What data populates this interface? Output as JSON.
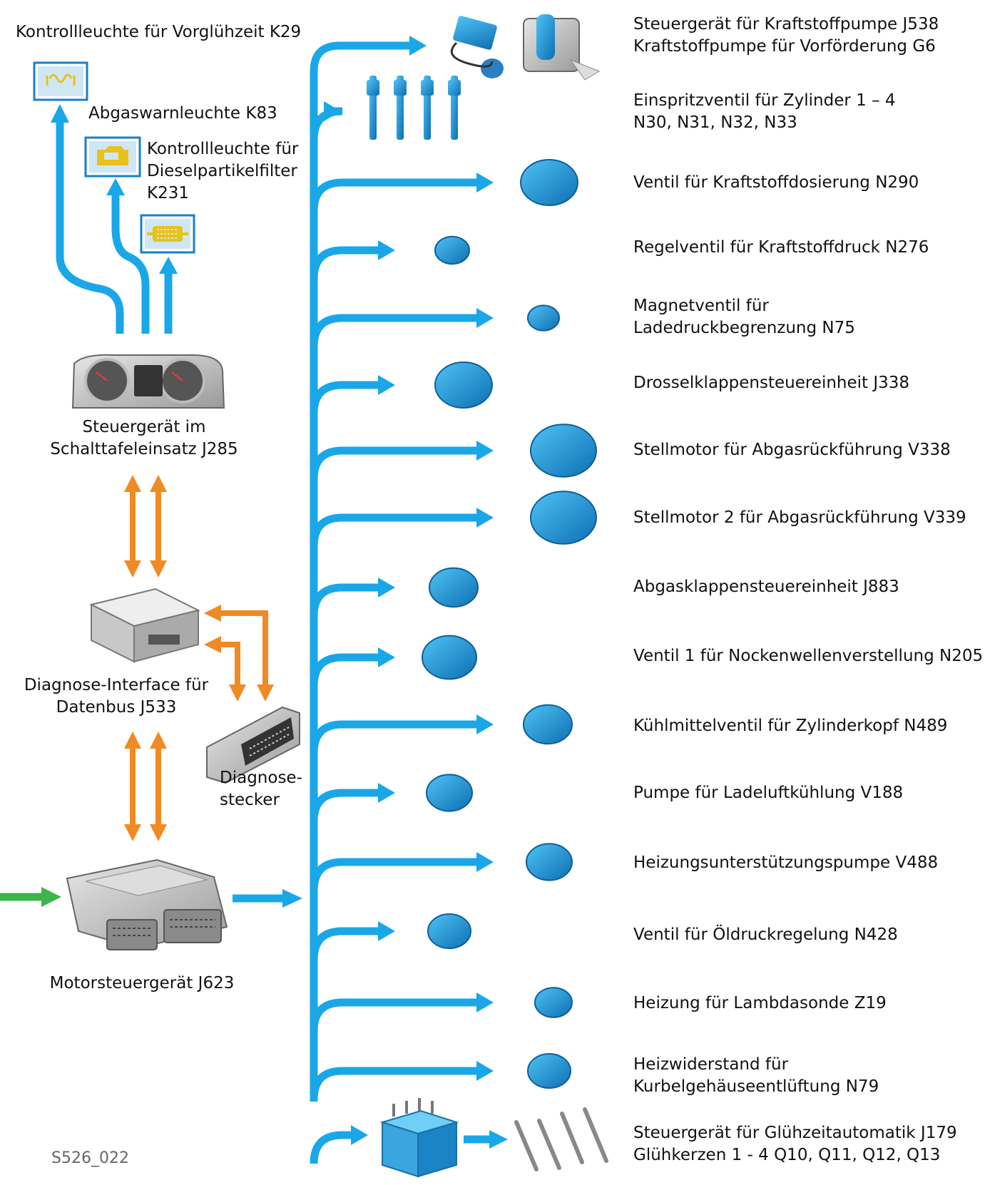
{
  "left": {
    "k29": "Kontrollleuchte für Vorglühzeit K29",
    "k83": "Abgaswarnleuchte K83",
    "k231": [
      "Kontrollleuchte für",
      "Dieselpartikelfilter",
      "K231"
    ],
    "j285": [
      "Steuergerät im",
      "Schalttafeleinsatz J285"
    ],
    "j533": [
      "Diagnose-Interface für",
      "Datenbus J533"
    ],
    "stecker": [
      "Diagnose-",
      "stecker"
    ],
    "j623": "Motorsteuergerät J623"
  },
  "right": [
    [
      "Steuergerät für Kraftstoffpumpe J538",
      "Kraftstoffpumpe für Vorförderung G6"
    ],
    [
      "Einspritzventil für Zylinder 1 – 4",
      "N30, N31, N32, N33"
    ],
    [
      "Ventil für Kraftstoffdosierung N290"
    ],
    [
      "Regelventil für Kraftstoffdruck N276"
    ],
    [
      "Magnetventil für",
      "Ladedruckbegrenzung N75"
    ],
    [
      "Drosselklappensteuereinheit J338"
    ],
    [
      "Stellmotor für Abgasrückführung V338"
    ],
    [
      "Stellmotor 2 für Abgasrückführung V339"
    ],
    [
      "Abgasklappensteuereinheit J883"
    ],
    [
      "Ventil 1 für Nockenwellenverstellung N205"
    ],
    [
      "Kühlmittelventil für Zylinderkopf N489"
    ],
    [
      "Pumpe für Ladeluftkühlung V188"
    ],
    [
      "Heizungsunterstützungspumpe V488"
    ],
    [
      "Ventil für Öldruckregelung N428"
    ],
    [
      "Heizung für Lambdasonde Z19"
    ],
    [
      "Heizwiderstand für",
      "Kurbelgehäuseentlüftung N79"
    ],
    [
      "Steuergerät für Glühzeitautomatik J179",
      "Glühkerzen 1 - 4 Q10, Q11, Q12, Q13"
    ]
  ],
  "figure_id": "S526_022",
  "colors": {
    "bus": "#1aa7e8",
    "diag": "#f08a24",
    "input": "#3db54a",
    "part": "#1a8fd4",
    "lamp": "#e8c21a"
  }
}
